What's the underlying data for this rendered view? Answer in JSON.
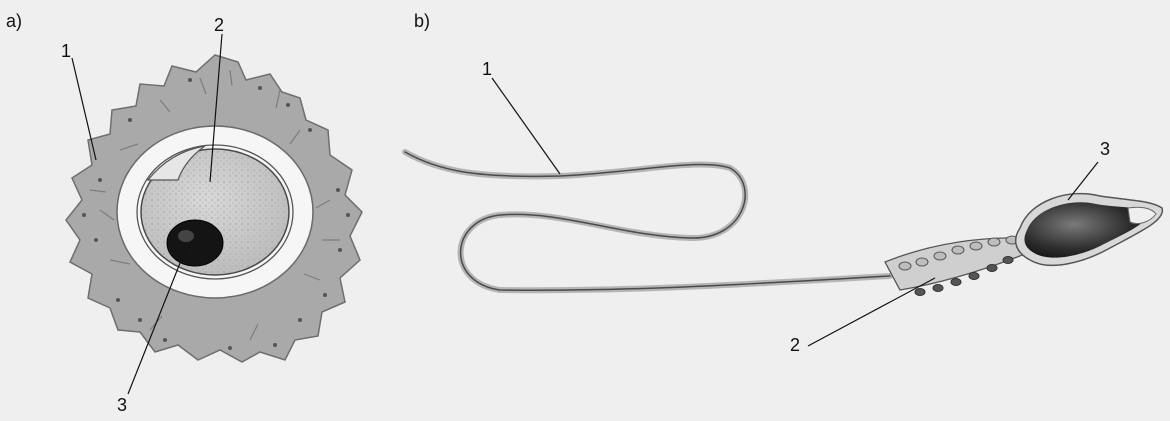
{
  "panels": [
    {
      "id": "a",
      "label": "a)",
      "callouts": [
        "1",
        "2",
        "3"
      ]
    },
    {
      "id": "b",
      "label": "b)",
      "callouts": [
        "1",
        "2",
        "3"
      ]
    }
  ]
}
